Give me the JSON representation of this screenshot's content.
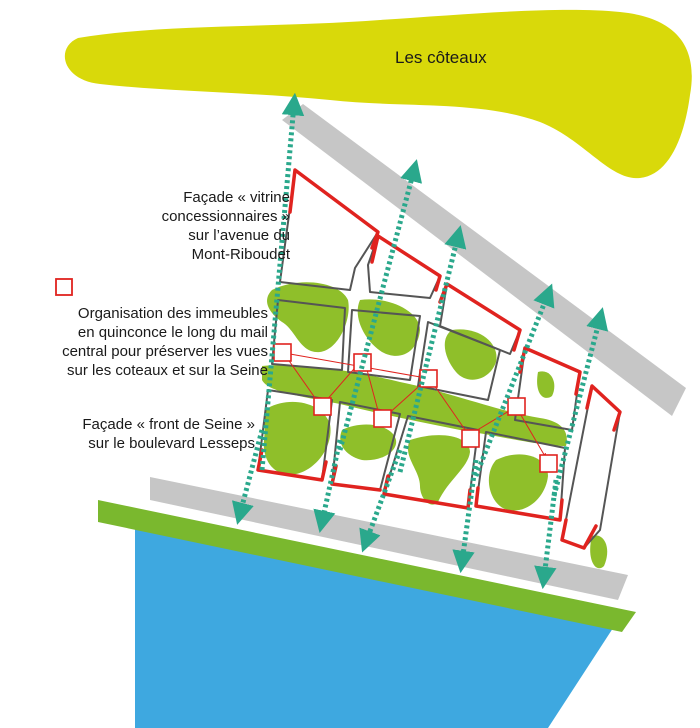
{
  "labels": {
    "coteaux": "Les côteaux",
    "facade_vitrine": "Façade « vitrine\nconcessionnaires »\nsur l’avenue du\nMont-Riboudet",
    "organisation": "Organisation des immeubles\nen quinconce le long du mail\ncentral pour préserver les vues\nsur les coteaux et sur la Seine",
    "facade_seine": "Façade « front de Seine »\nsur le boulevard Lesseps"
  },
  "colors": {
    "hills": "#d9d90a",
    "river": "#3ea8e0",
    "riverbank": "#7ab82e",
    "road": "#c6c6c6",
    "greenery": "#8fbf2a",
    "facade": "#e0231f",
    "block_outline": "#555555",
    "view_arrow": "#2aa88c"
  }
}
